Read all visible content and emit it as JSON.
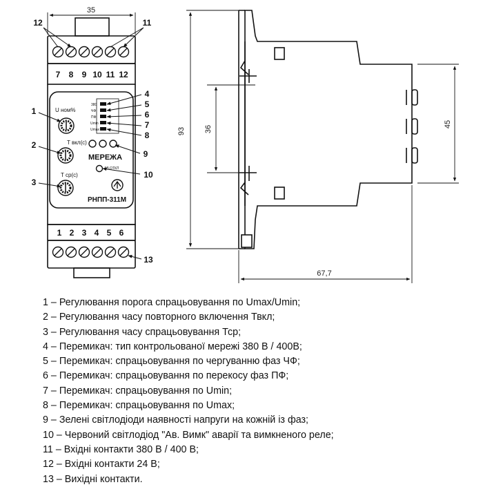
{
  "dimensions": {
    "front_width": "35",
    "total_height": "93",
    "inner_height": "36",
    "right_height": "45",
    "depth": "67,7"
  },
  "terminals": {
    "top_numbers": [
      "7",
      "8",
      "9",
      "10",
      "11",
      "12"
    ],
    "bottom_numbers": [
      "1",
      "2",
      "3",
      "4",
      "5",
      "6"
    ]
  },
  "callouts": [
    "1",
    "2",
    "3",
    "4",
    "5",
    "6",
    "7",
    "8",
    "9",
    "10",
    "11",
    "12",
    "13"
  ],
  "front_panel": {
    "knob1_label": "U ном%",
    "knob2_label": "T вкл(с)",
    "knob3_label": "T ср(с)",
    "network_label": "МЕРЕЖА",
    "alarm_label": "АВ.ОТКЛ",
    "model": "РНПП-311М",
    "switch_labels": [
      "380",
      "ЧФ",
      "ПФ",
      "Umin",
      "Umax"
    ]
  },
  "legend": [
    "1 – Регулювання порога спрацьовування по Umax/Umin;",
    "2 – Регулювання часу повторного включення Твкл;",
    "3 – Регулювання часу спрацьовування Тср;",
    "4 – Перемикач: тип контрольованої мережі 380 В / 400В;",
    "5 – Перемикач: спрацьовування по чергуванню фаз ЧФ;",
    "6 – Перемикач: спрацьовування по перекосу фаз ПФ;",
    "7 – Перемикач: спрацьовування по Umin;",
    "8 – Перемикач: спрацьовування по Umax;",
    "9 – Зелені світлодіоди наявності напруги на кожній із фаз;",
    "10 – Червоний світлодіод \"Ав. Вимк\" аварії та вимкненого реле;",
    "11 – Вхідні контакти 380 В / 400 В;",
    "12 – Вхідні контакти 24 В;",
    "13 – Вихідні контакти."
  ]
}
